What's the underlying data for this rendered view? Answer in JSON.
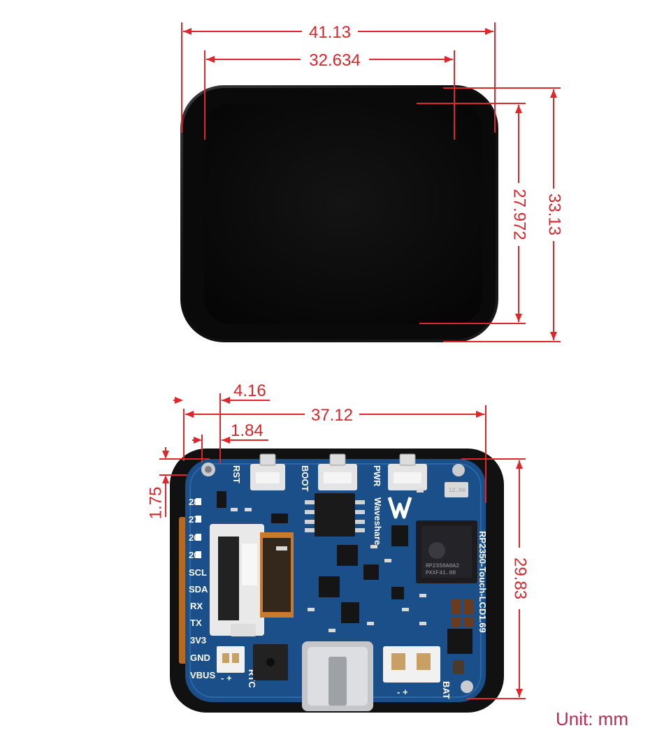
{
  "front_view": {
    "dimensions": {
      "outer_width": "41.13",
      "display_width": "32.634",
      "display_height": "27.972",
      "outer_height": "33.13"
    }
  },
  "back_view": {
    "dimensions": {
      "offset_a": "4.16",
      "board_width": "37.12",
      "offset_b": "1.84",
      "offset_c": "1.75",
      "board_height": "29.83"
    },
    "pin_labels": [
      "28",
      "27",
      "26",
      "20",
      "SCL",
      "SDA",
      "RX",
      "TX",
      "3V3",
      "GND",
      "VBUS"
    ],
    "button_labels": {
      "rst": "RST",
      "boot": "BOOT",
      "pwr": "PWR"
    },
    "silkscreen": {
      "brand": "Waveshare",
      "model": "RP2350-Touch-LCD1.69",
      "rtc": "RTC",
      "bat": "BAT",
      "rtc_sign": "- +",
      "bat_sign": "- +"
    },
    "chip_markings": {
      "mcu_line1": "RP2350A0A2",
      "mcu_line2": "PXXF41.00",
      "crystal": "12.00"
    }
  },
  "unit_label": "Unit: mm"
}
